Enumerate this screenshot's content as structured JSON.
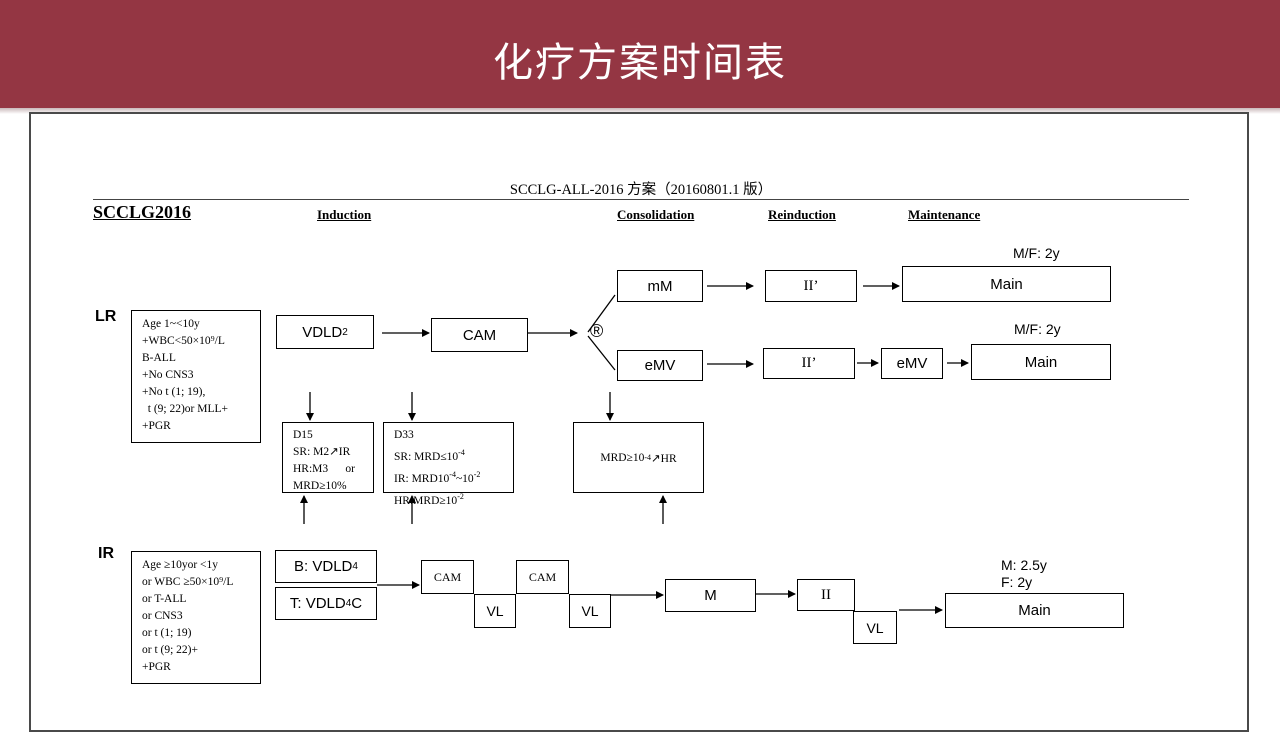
{
  "header": {
    "title": "化疗方案时间表"
  },
  "doc": {
    "title": "SCCLG-ALL-2016 方案（20160801.1 版）",
    "brand": "SCCLG2016",
    "phases": {
      "induction": "Induction",
      "consolidation": "Consolidation",
      "reinduction": "Reinduction",
      "maintenance": "Maintenance"
    },
    "lr": {
      "label": "LR",
      "criteria": [
        "Age 1~<10y",
        "+WBC<50×10⁹/L",
        "B-ALL",
        "+No CNS3",
        "+No t (1; 19),",
        "  t (9; 22)or MLL+",
        "+PGR"
      ],
      "vdld": "VDLD",
      "vdld_sub": "2",
      "cam": "CAM",
      "random": "®",
      "mm": "mM",
      "emv": "eMV",
      "ii_a": "II’",
      "ii_b": "II’",
      "emv2": "eMV",
      "main_a": "Main",
      "main_b": "Main",
      "duration_a": "M/F: 2y",
      "duration_b": "M/F: 2y"
    },
    "assess": {
      "d15": [
        "D15",
        "SR: M2↗IR",
        "HR:M3      or",
        "MRD≥10%"
      ],
      "d33_title": "D33",
      "d33_sr": "SR: MRD≤10",
      "d33_sr_sup": "-4",
      "d33_ir": "IR: MRD10",
      "d33_ir_sup1": "-4",
      "d33_ir_mid": "~10",
      "d33_ir_sup2": "-2",
      "d33_hr": "HR:MRD≥10",
      "d33_hr_sup": "-2",
      "mrd": "MRD≥10",
      "mrd_sup": "-4",
      "mrd_tail": "↗HR"
    },
    "ir": {
      "label": "IR",
      "criteria": [
        "Age ≥10yor <1y",
        "or WBC ≥50×10⁹/L",
        "or T-ALL",
        "or CNS3",
        "or t (1; 19)",
        "or t (9; 22)+",
        "+PGR"
      ],
      "b_vdld": "B: VDLD",
      "b_sub": "4",
      "t_vdld": "T: VDLD",
      "t_sub": "4",
      "t_tail": "C",
      "cam1": "CAM",
      "vl1": "VL",
      "cam2": "CAM",
      "vl2": "VL",
      "m": "M",
      "ii": "II",
      "vl3": "VL",
      "main": "Main",
      "duration_m": "M: 2.5y",
      "duration_f": "F: 2y"
    }
  }
}
